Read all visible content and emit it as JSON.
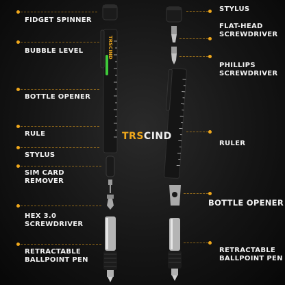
{
  "brand": {
    "prefix": "TRS",
    "suffix": "CIND",
    "pen_marking": "TRSCIND"
  },
  "left_labels": [
    "FIDGET SPINNER",
    "BUBBLE LEVEL",
    "BOTTLE OPENER",
    "RULE",
    "STYLUS",
    "SIM CARD\nREMOVER",
    "HEX 3.0\nSCREWDRIVER",
    "RETRACTABLE\nBALLPOINT PEN"
  ],
  "right_labels": [
    "STYLUS",
    "FLAT-HEAD\nSCREWDRIVER",
    "PHILLIPS\nSCREWDRIVER",
    "RULER",
    "BOTTLE OPENER",
    "RETRACTABLE\nBALLPOINT PEN"
  ],
  "colors": {
    "accent": "#f0a81c",
    "level_green": "#3ec93a",
    "background": "#141414",
    "text": "#f2f2f2"
  }
}
